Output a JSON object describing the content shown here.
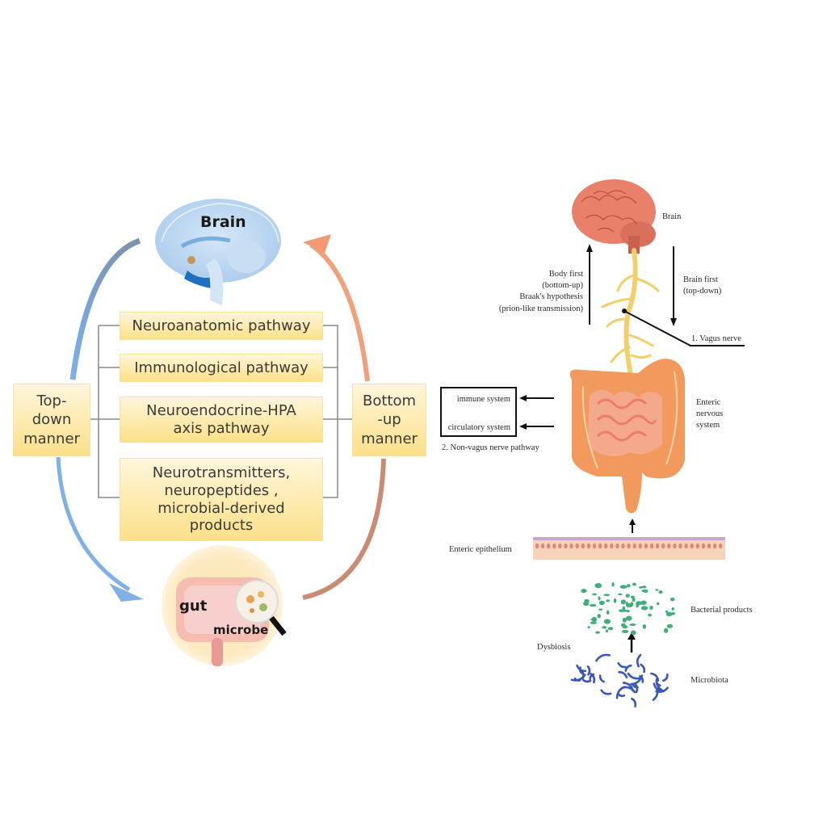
{
  "left_panel": {
    "brain_label": "Brain",
    "gut_label": "gut",
    "microbe_label": "microbe",
    "top_down_label": [
      "Top-",
      "down",
      "manner"
    ],
    "bottom_up_label": [
      "Bottom",
      "-up",
      "manner"
    ],
    "pathways": [
      {
        "lines": [
          "Neuroanatomic pathway"
        ]
      },
      {
        "lines": [
          "Immunological pathway"
        ]
      },
      {
        "lines": [
          "Neuroendocrine-HPA",
          "axis pathway"
        ]
      },
      {
        "lines": [
          "Neurotransmitters,",
          "neuropeptides ,",
          "microbial-derived",
          "products"
        ]
      }
    ],
    "colors": {
      "top_down_arrow": "#7fa6d8",
      "bottom_up_arrow": "#f0a07a",
      "box_fill": "#fde9a8",
      "connector": "#8a8a8a"
    }
  },
  "right_panel": {
    "brain_label": "Brain",
    "body_first_label": [
      "Body first",
      "(bottom-up)",
      "Braak's hypothesis",
      "(prion-like transmission)"
    ],
    "brain_first_label": [
      "Brain first",
      "(top-down)"
    ],
    "vagus_label": "1. Vagus nerve",
    "immune_system_label": "immune system",
    "circulatory_system_label": "circulatory system",
    "non_vagus_label": "2.  Non-vagus nerve pathway",
    "enteric_nervous_label": [
      "Enteric",
      "nervous",
      "system"
    ],
    "enteric_epithelium_label": "Enteric epithelium",
    "bacterial_products_label": "Bacterial products",
    "dysbiosis_label": "Dysbiosis",
    "microbiota_label": "Microbiota",
    "colors": {
      "brain": "#e8806a",
      "nerve": "#f2cf6a",
      "intestine": "#f29a5e",
      "bacterial_products": "#3fae7a",
      "microbiota": "#3b58b8"
    }
  }
}
